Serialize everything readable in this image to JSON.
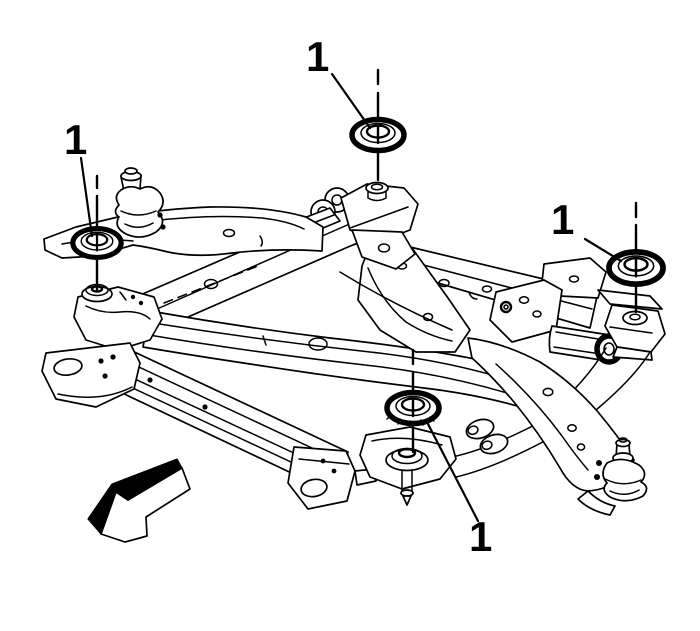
{
  "figure": {
    "callouts": [
      {
        "label": "1",
        "target": "rear-left-mount-washer"
      },
      {
        "label": "1",
        "target": "left-mount-washer"
      },
      {
        "label": "1",
        "target": "right-mount-washer"
      },
      {
        "label": "1",
        "target": "front-mount-washer"
      }
    ],
    "icons": [
      "front-of-vehicle-direction-arrow"
    ],
    "colors": {
      "line": "#000000",
      "background": "#ffffff"
    }
  }
}
